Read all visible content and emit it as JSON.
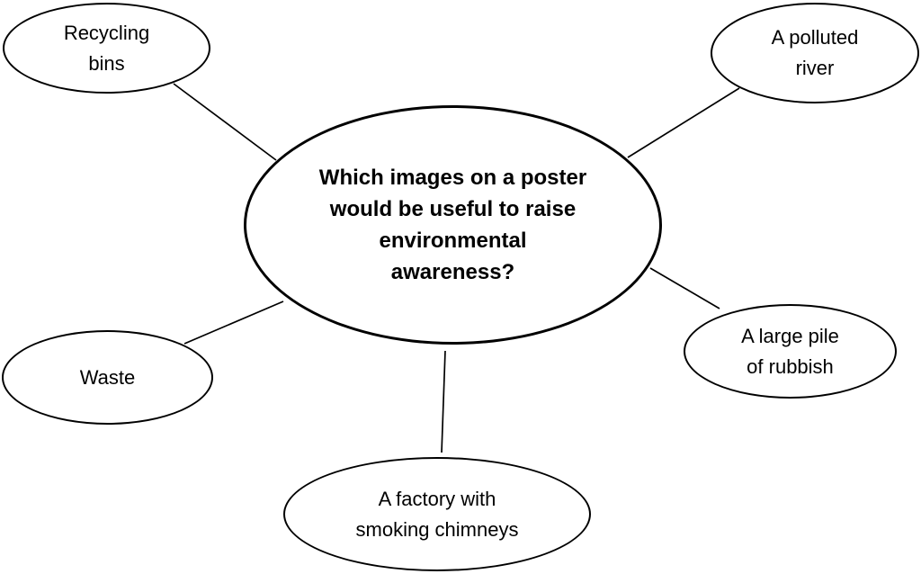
{
  "diagram": {
    "type": "mind-map",
    "background_color": "#ffffff",
    "stroke_color": "#000000",
    "text_color": "#000000",
    "center_node": {
      "id": "center",
      "label": "Which images on a poster\nwould be useful to raise\nenvironmental\nawareness?"
    },
    "nodes": [
      {
        "id": "recycling-bins",
        "label": "Recycling\nbins"
      },
      {
        "id": "a-polluted-river",
        "label": "A polluted\nriver"
      },
      {
        "id": "waste",
        "label": "Waste"
      },
      {
        "id": "a-large-pile-of-rubbish",
        "label": "A large pile\nof rubbish"
      },
      {
        "id": "a-factory-with-smoking-chimneys",
        "label": "A factory with\nsmoking chimneys"
      }
    ],
    "edges": [
      {
        "from": "recycling-bins",
        "to": "center"
      },
      {
        "from": "a-polluted-river",
        "to": "center"
      },
      {
        "from": "waste",
        "to": "center"
      },
      {
        "from": "a-large-pile-of-rubbish",
        "to": "center"
      },
      {
        "from": "a-factory-with-smoking-chimneys",
        "to": "center"
      }
    ]
  }
}
